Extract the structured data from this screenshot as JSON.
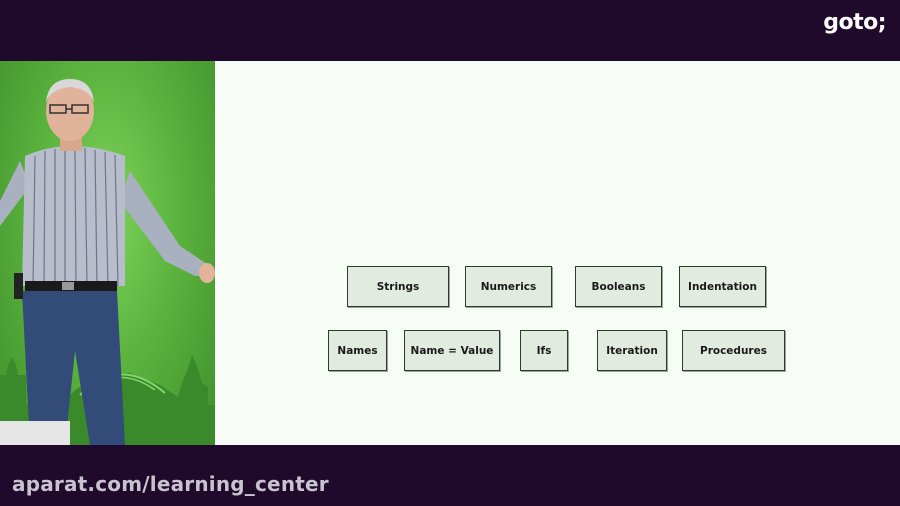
{
  "header": {
    "logo_text": "goto;",
    "background": "#1f0a2c"
  },
  "video": {
    "description": "Speaker on stage in front of green backdrop with city skyline silhouette",
    "backdrop_color": "#5cb43e"
  },
  "slide": {
    "background": "#f7fcf6",
    "box_fill": "#e2ebdf",
    "box_border": "#2e3a2e",
    "rows": [
      {
        "boxes": [
          {
            "label": "Strings"
          },
          {
            "label": "Numerics"
          },
          {
            "label": "Booleans"
          },
          {
            "label": "Indentation"
          }
        ]
      },
      {
        "boxes": [
          {
            "label": "Names"
          },
          {
            "label": "Name = Value"
          },
          {
            "label": "Ifs"
          },
          {
            "label": "Iteration"
          },
          {
            "label": "Procedures"
          }
        ]
      }
    ]
  },
  "footer": {
    "watermark": "aparat.com/learning_center"
  }
}
